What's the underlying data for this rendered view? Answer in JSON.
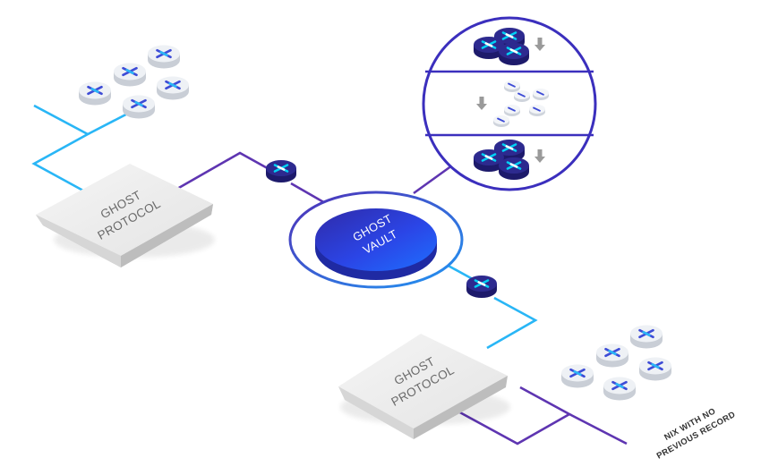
{
  "diagram": {
    "nodes": {
      "ghost_protocol_top": {
        "line1": "GHOST",
        "line2": "PROTOCOL"
      },
      "ghost_protocol_bottom": {
        "line1": "GHOST",
        "line2": "PROTOCOL"
      },
      "ghost_vault": {
        "line1": "GHOST",
        "line2": "VAULT"
      }
    },
    "note": {
      "line1": "NIX WITH NO",
      "line2": "PREVIOUS RECORD"
    },
    "colors": {
      "cyan_line": "#29b6f6",
      "purple_line": "#5e35b1",
      "vault_blue": "#2a3fd9",
      "coin_dark": "#2d2a8f",
      "coin_mark_light": "#00d0f5",
      "coin_white": "#e9edf2",
      "coin_mark_blue": "#3d4bd6",
      "arrow_gray": "#9a9a9a"
    }
  }
}
